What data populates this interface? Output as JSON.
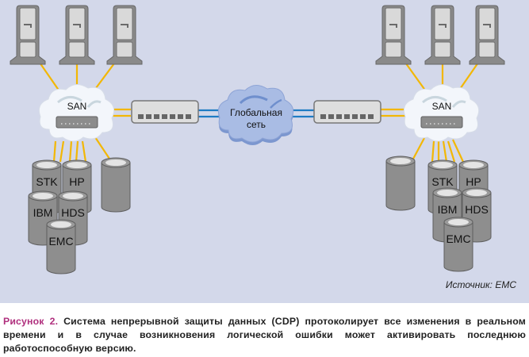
{
  "figure": {
    "left_site": {
      "san_label": "SAN",
      "storage": [
        "STK",
        "HP",
        "IBM",
        "HDS",
        "EMC"
      ]
    },
    "right_site": {
      "san_label": "SAN",
      "storage": [
        "STK",
        "HP",
        "IBM",
        "HDS",
        "EMC"
      ]
    },
    "wan": {
      "line1": "Глобальная",
      "line2": "сеть"
    },
    "source": "Источник: EMC",
    "colors": {
      "background": "#d3d8ea",
      "san_link": "#f2b705",
      "wan_link": "#1f7cc4",
      "device_gray": "#8c8c8c",
      "caption_accent": "#b0307e"
    }
  },
  "caption": {
    "label": "Рисунок 2.",
    "text": "Система непрерывной защиты данных (CDP) протоколирует все изменения в реальном времени и в случае возникновения логической ошибки может активировать последнюю работоспособную версию."
  }
}
